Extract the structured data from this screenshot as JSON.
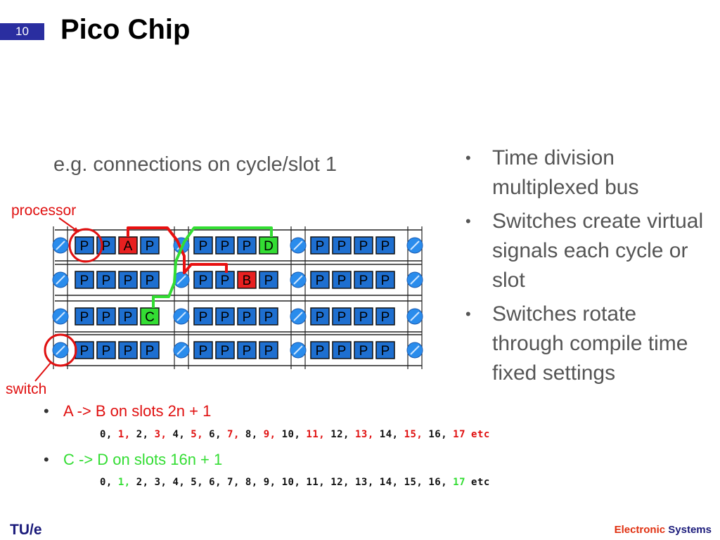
{
  "slide": {
    "number": "10",
    "title": "Pico Chip"
  },
  "subtitle": "e.g. connections on cycle/slot 1",
  "bullets": [
    "Time division multiplexed bus",
    "Switches create virtual signals each cycle or slot",
    "Switches rotate through compile time fixed settings"
  ],
  "diagram": {
    "labels": {
      "processor": "processor",
      "switch": "switch"
    },
    "processor_letter": "P",
    "special_nodes": {
      "A": "A",
      "B": "B",
      "C": "C",
      "D": "D"
    },
    "colors": {
      "processor": "#1e6fd0",
      "switch": "#2a8cec",
      "route_red": "#e81010",
      "route_green": "#33dd33",
      "node_red": "#e82020",
      "node_green": "#33dd33"
    }
  },
  "rules": [
    {
      "bullet": "•",
      "text": "A -> B on slots 2n + 1",
      "color": "#e01010",
      "sequence": [
        {
          "t": "0,",
          "c": "k"
        },
        {
          "t": "1,",
          "c": "r"
        },
        {
          "t": "2,",
          "c": "k"
        },
        {
          "t": "3,",
          "c": "r"
        },
        {
          "t": "4,",
          "c": "k"
        },
        {
          "t": "5,",
          "c": "r"
        },
        {
          "t": "6,",
          "c": "k"
        },
        {
          "t": "7,",
          "c": "r"
        },
        {
          "t": "8,",
          "c": "k"
        },
        {
          "t": "9,",
          "c": "r"
        },
        {
          "t": "10,",
          "c": "k"
        },
        {
          "t": "11,",
          "c": "r"
        },
        {
          "t": "12,",
          "c": "k"
        },
        {
          "t": "13,",
          "c": "r"
        },
        {
          "t": "14,",
          "c": "k"
        },
        {
          "t": "15,",
          "c": "r"
        },
        {
          "t": "16,",
          "c": "k"
        },
        {
          "t": "17",
          "c": "r"
        },
        {
          "t": "etc",
          "c": "r"
        }
      ]
    },
    {
      "bullet": "•",
      "text": "C -> D on slots 16n + 1",
      "color": "#33dd33",
      "sequence": [
        {
          "t": "0,",
          "c": "k"
        },
        {
          "t": "1,",
          "c": "g"
        },
        {
          "t": "2,",
          "c": "k"
        },
        {
          "t": "3,",
          "c": "k"
        },
        {
          "t": "4,",
          "c": "k"
        },
        {
          "t": "5,",
          "c": "k"
        },
        {
          "t": "6,",
          "c": "k"
        },
        {
          "t": "7,",
          "c": "k"
        },
        {
          "t": "8,",
          "c": "k"
        },
        {
          "t": "9,",
          "c": "k"
        },
        {
          "t": "10,",
          "c": "k"
        },
        {
          "t": "11,",
          "c": "k"
        },
        {
          "t": "12,",
          "c": "k"
        },
        {
          "t": "13,",
          "c": "k"
        },
        {
          "t": "14,",
          "c": "k"
        },
        {
          "t": "15,",
          "c": "k"
        },
        {
          "t": "16,",
          "c": "k"
        },
        {
          "t": "17",
          "c": "g"
        },
        {
          "t": "etc",
          "c": "k"
        }
      ]
    }
  ],
  "footer": {
    "logo": "TU/e",
    "dept_a": "Electronic",
    "dept_b": "Systems"
  }
}
